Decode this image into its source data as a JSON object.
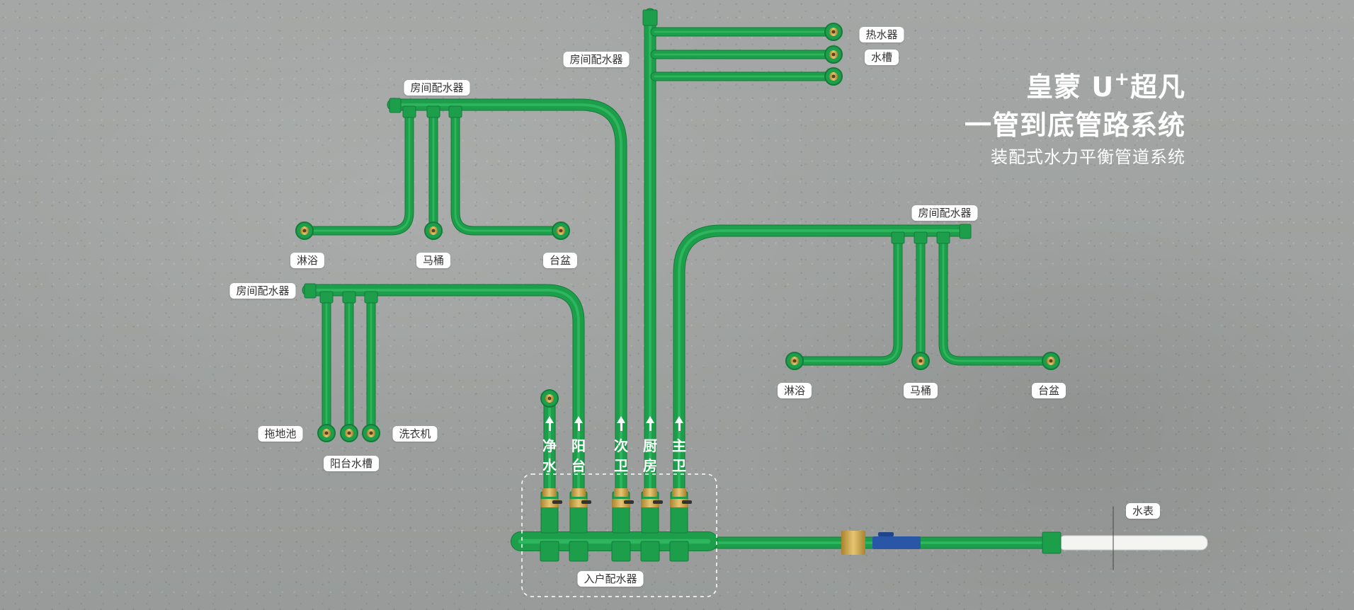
{
  "headline": {
    "line1_brand": "皇蒙 U",
    "line1_sup": "+",
    "line1_rest": "超凡",
    "line2": "一管到底管路系统",
    "subtitle": "装配式水力平衡管道系统"
  },
  "labels": {
    "top_left_manifold": "房间配水器",
    "center_top_manifold": "房间配水器",
    "left_manifold": "房间配水器",
    "right_manifold": "房间配水器",
    "water_heater": "热水器",
    "sink_trough": "水槽",
    "tl_shower": "淋浴",
    "tl_toilet": "马桶",
    "tl_basin": "台盆",
    "r_shower": "淋浴",
    "r_toilet": "马桶",
    "r_basin": "台盆",
    "mop_sink": "拖地池",
    "washing_machine": "洗衣机",
    "balcony_sink": "阳台水槽",
    "entry_manifold": "入户配水器",
    "water_meter": "水表"
  },
  "branches": [
    {
      "text": "净水"
    },
    {
      "text": "阳台"
    },
    {
      "text": "次卫"
    },
    {
      "text": "厨房"
    },
    {
      "text": "主卫"
    }
  ],
  "colors": {
    "pipe": "#1c9e4a",
    "pipe_dark": "#157a39",
    "pipe_light": "#34c065",
    "brass": "#c9a24b",
    "label_bg": "#ffffff",
    "label_text": "#333333",
    "headline": "#ffffff"
  }
}
